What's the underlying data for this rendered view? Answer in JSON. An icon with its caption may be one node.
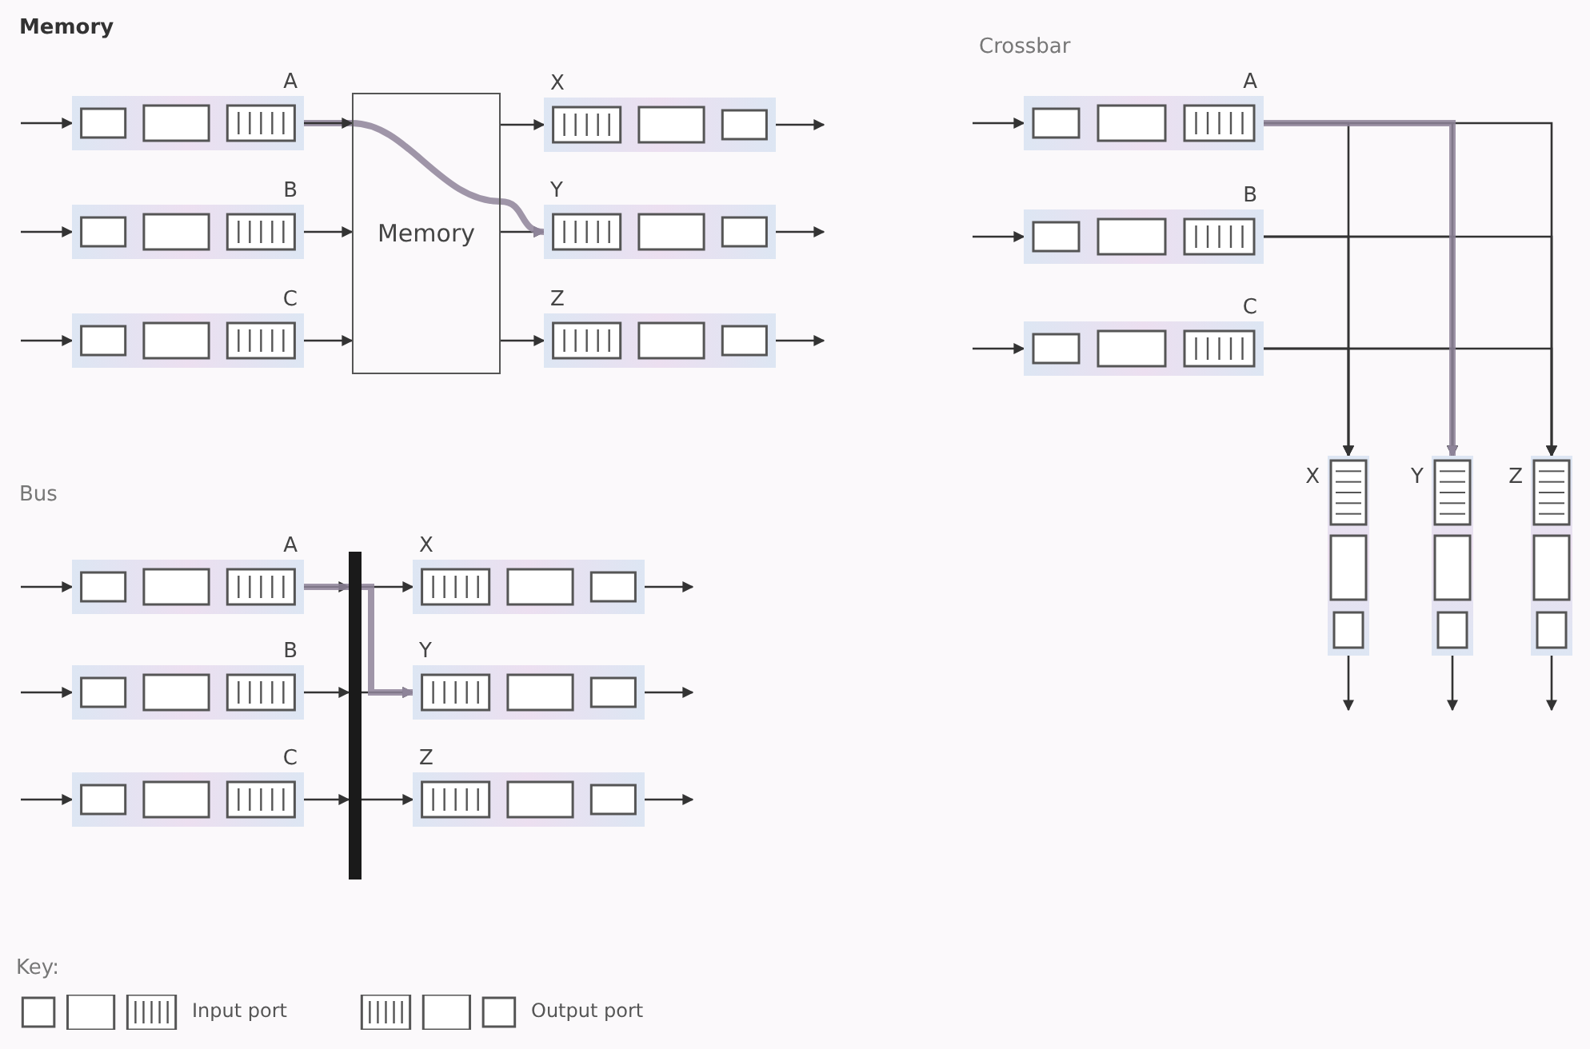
{
  "diagram": {
    "nodes": [
      {
        "text": [
          "A"
        ]
      },
      {
        "text": [
          "B"
        ]
      },
      {
        "text": [
          "C"
        ]
      },
      {
        "text": [
          "Memory"
        ]
      },
      {
        "text": [
          "X"
        ]
      },
      {
        "text": [
          "Y"
        ]
      },
      {
        "text": [
          "Z"
        ]
      },
      {
        "text": [
          "A"
        ]
      },
      {
        "text": [
          "B"
        ]
      },
      {
        "text": [
          "C"
        ]
      },
      {
        "text": [
          "X"
        ]
      },
      {
        "text": [
          "Y"
        ]
      },
      {
        "text": [
          "Z"
        ]
      },
      {
        "text": [
          "A"
        ]
      },
      {
        "text": [
          "B"
        ]
      },
      {
        "text": [
          "C"
        ]
      },
      {
        "text": [],
        "shape": "bar"
      },
      {
        "text": [
          "X"
        ]
      },
      {
        "text": [
          "Y"
        ]
      },
      {
        "text": [
          "Z"
        ]
      }
    ],
    "edges": [
      {
        "from": null,
        "to": 0,
        "arrow": "to"
      },
      {
        "from": null,
        "to": 1,
        "arrow": "to"
      },
      {
        "from": null,
        "to": 2,
        "arrow": "to"
      },
      {
        "from": 0,
        "to": 3,
        "arrow": "to"
      },
      {
        "from": 1,
        "to": 3,
        "arrow": "to"
      },
      {
        "from": 2,
        "to": 3,
        "arrow": "to"
      },
      {
        "from": 3,
        "to": 4,
        "arrow": "to"
      },
      {
        "from": 3,
        "to": 5,
        "arrow": "to"
      },
      {
        "from": 3,
        "to": 6,
        "arrow": "to"
      },
      {
        "from": 4,
        "to": null,
        "arrow": "to"
      },
      {
        "from": 5,
        "to": null,
        "arrow": "to"
      },
      {
        "from": 6,
        "to": null,
        "arrow": "to"
      },
      {
        "from": 3,
        "to": 5,
        "arrow": "to",
        "style": "thick",
        "color": "#8e8499"
      },
      {
        "from": null,
        "to": 7,
        "arrow": "to"
      },
      {
        "from": null,
        "to": 8,
        "arrow": "to"
      },
      {
        "from": null,
        "to": 9,
        "arrow": "to"
      },
      {
        "from": 7,
        "to": 10,
        "arrow": "to"
      },
      {
        "from": 7,
        "to": 11,
        "arrow": "to"
      },
      {
        "from": 7,
        "to": 12,
        "arrow": "to"
      },
      {
        "from": 8,
        "to": 10,
        "arrow": "to"
      },
      {
        "from": 8,
        "to": 11,
        "arrow": "to"
      },
      {
        "from": 8,
        "to": 12,
        "arrow": "to"
      },
      {
        "from": 9,
        "to": 10,
        "arrow": "to"
      },
      {
        "from": 9,
        "to": 11,
        "arrow": "to"
      },
      {
        "from": 9,
        "to": 12,
        "arrow": "to"
      },
      {
        "from": 10,
        "to": null,
        "arrow": "to"
      },
      {
        "from": 11,
        "to": null,
        "arrow": "to"
      },
      {
        "from": 12,
        "to": null,
        "arrow": "to"
      },
      {
        "from": 7,
        "to": 11,
        "arrow": "to",
        "style": "thick",
        "color": "#8e8499"
      },
      {
        "from": null,
        "to": 13,
        "arrow": "to"
      },
      {
        "from": null,
        "to": 14,
        "arrow": "to"
      },
      {
        "from": null,
        "to": 15,
        "arrow": "to"
      },
      {
        "from": 13,
        "to": 16,
        "arrow": "to"
      },
      {
        "from": 14,
        "to": 16,
        "arrow": "to"
      },
      {
        "from": 15,
        "to": 16,
        "arrow": "to"
      },
      {
        "from": 16,
        "to": 17,
        "arrow": "to"
      },
      {
        "from": 16,
        "to": 18,
        "arrow": "to"
      },
      {
        "from": 16,
        "to": 19,
        "arrow": "to"
      },
      {
        "from": 17,
        "to": null,
        "arrow": "to"
      },
      {
        "from": 18,
        "to": null,
        "arrow": "to"
      },
      {
        "from": 19,
        "to": null,
        "arrow": "to"
      },
      {
        "from": 13,
        "to": 18,
        "arrow": "to",
        "style": "thick",
        "color": "#8e8499"
      }
    ],
    "labels": [
      "Memory",
      "Crossbar",
      "Bus",
      "Key:"
    ],
    "legend": [
      {
        "text": "Input port"
      },
      {
        "text": "Output port"
      }
    ]
  }
}
